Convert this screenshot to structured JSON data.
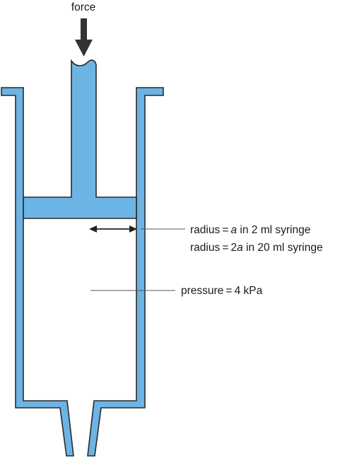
{
  "labels": {
    "force": "force",
    "radius_line1_prefix": "radius = ",
    "radius_line1_var": "a",
    "radius_line1_suffix": " in 2 ml syringe",
    "radius_line2_prefix": "radius = 2",
    "radius_line2_var": "a",
    "radius_line2_suffix": " in 20 ml syringe",
    "pressure": "pressure = 4 kPa"
  },
  "colors": {
    "fluid_blue": "#6cb4e4",
    "outline": "#2a2a2a",
    "arrow": "#333333"
  }
}
